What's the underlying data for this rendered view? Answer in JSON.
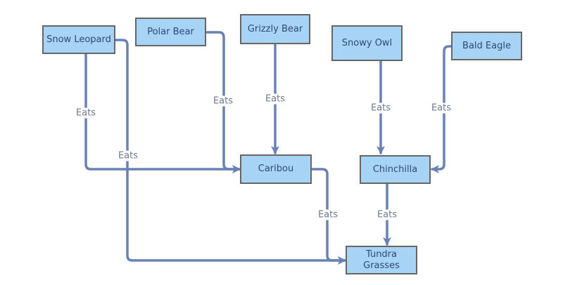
{
  "theme": {
    "node_fill": "#a7d4f5",
    "node_border": "#666666",
    "node_text": "#2f4a75",
    "edge_color": "#6882b4",
    "edge_label_color": "#6c7a92"
  },
  "nodes": {
    "snow_leopard": "Snow Leopard",
    "polar_bear": "Polar Bear",
    "grizzly_bear": "Grizzly Bear",
    "snowy_owl": "Snowy Owl",
    "bald_eagle": "Bald Eagle",
    "caribou": "Caribou",
    "chinchilla": "Chinchilla",
    "tundra_grasses": "Tundra\nGrasses"
  },
  "edges": [
    {
      "from": "Snow Leopard",
      "to": "Caribou",
      "label": "Eats"
    },
    {
      "from": "Snow Leopard",
      "to": "Tundra Grasses",
      "label": "Eats"
    },
    {
      "from": "Polar Bear",
      "to": "Caribou",
      "label": "Eats"
    },
    {
      "from": "Grizzly Bear",
      "to": "Caribou",
      "label": "Eats"
    },
    {
      "from": "Snowy Owl",
      "to": "Chinchilla",
      "label": "Eats"
    },
    {
      "from": "Bald Eagle",
      "to": "Chinchilla",
      "label": "Eats"
    },
    {
      "from": "Caribou",
      "to": "Tundra Grasses",
      "label": "Eats"
    },
    {
      "from": "Chinchilla",
      "to": "Tundra Grasses",
      "label": "Eats"
    }
  ]
}
